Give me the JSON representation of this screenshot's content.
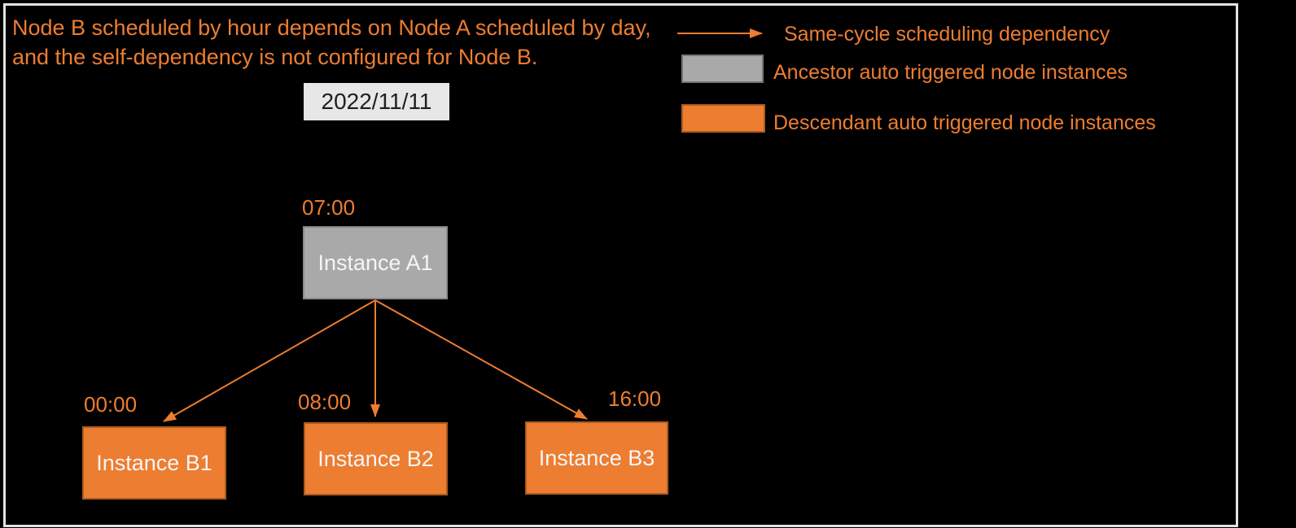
{
  "page": {
    "title_text": "Node B scheduled by hour depends on Node A scheduled by day, and the self-dependency is not configured for Node B.",
    "date_label": "2022/11/11"
  },
  "legend": {
    "items": [
      {
        "symbol": "arrow",
        "label": "Same-cycle scheduling dependency"
      },
      {
        "symbol": "gray-box",
        "label": "Ancestor auto triggered node instances"
      },
      {
        "symbol": "orange-box",
        "label": "Descendant auto triggered node instances"
      }
    ]
  },
  "diagram": {
    "ancestor": {
      "time": "07:00",
      "label": "Instance A1"
    },
    "descendants": [
      {
        "time": "00:00",
        "label": "Instance B1"
      },
      {
        "time": "08:00",
        "label": "Instance B2"
      },
      {
        "time": "16:00",
        "label": "Instance B3"
      }
    ]
  },
  "colors": {
    "background": "#000000",
    "frame_border": "#E3E3E3",
    "accent_orange": "#ED7D31",
    "orange_node_border": "#AC5C20",
    "gray_node_fill": "#A9A9A9",
    "gray_node_border": "#8A8A8A",
    "date_box_fill": "#E7E7E7",
    "date_text": "#1F1F1F",
    "node_text": "#F5F5F5"
  }
}
